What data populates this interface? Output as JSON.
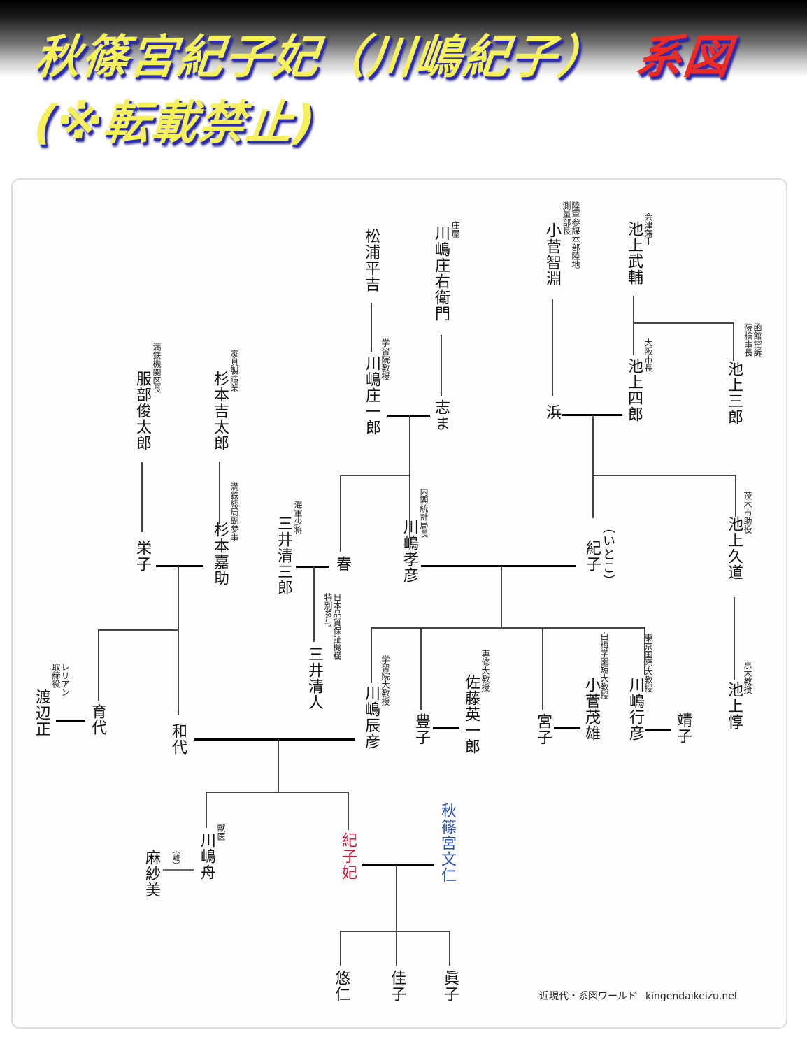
{
  "header": {
    "title_main": "秋篠宮紀子妃（川嶋紀子）",
    "title_accent": "系図",
    "subtitle": "(※転載禁止)",
    "colors": {
      "title": "#f6f15a",
      "accent": "#ee2a25",
      "shadow": "#2b2bb8"
    }
  },
  "people": {
    "matsuura_heikichi": {
      "name": "松浦平吉",
      "title": ""
    },
    "kawashima_shoemon": {
      "name": "川嶋庄右衛門",
      "title": "庄屋"
    },
    "kosuge_tomofuchi": {
      "name": "小菅智淵",
      "title": "陸軍参謀本部陸地測量部長"
    },
    "ikegami_takesuke": {
      "name": "池上武輔",
      "title": "会津藩士"
    },
    "kawashima_shoichiro": {
      "name": "川嶋庄一郎",
      "title": "学習院教授"
    },
    "shima": {
      "name": "志ま",
      "title": ""
    },
    "hama": {
      "name": "浜",
      "title": ""
    },
    "ikegami_shiro": {
      "name": "池上四郎",
      "title": "大阪市長"
    },
    "ikegami_saburo": {
      "name": "池上三郎",
      "title": "函館控訴院検事長"
    },
    "hattori_shuntaro": {
      "name": "服部俊太郎",
      "title": "満鉄機関区長"
    },
    "sugimoto_kichitaro": {
      "name": "杉本吉太郎",
      "title": "家具製造業"
    },
    "sugimoto_kasuke": {
      "name": "杉本嘉助",
      "title": "満鉄総局副参事"
    },
    "eiko": {
      "name": "栄子",
      "title": ""
    },
    "mitsui_seizaburo": {
      "name": "三井清三郎",
      "title": "海軍少将"
    },
    "haru": {
      "name": "春",
      "title": ""
    },
    "kawashima_takahiko": {
      "name": "川嶋孝彦",
      "title": "内閣統計局長"
    },
    "noriko_cousin": {
      "name": "紀子",
      "title": "（いとこ）"
    },
    "ikegami_hisamichi": {
      "name": "池上久道",
      "title": "茨木市助役"
    },
    "mitsui_kiyoto": {
      "name": "三井清人",
      "title": "日本品質保証機構特別参与"
    },
    "watanabe_tadashi": {
      "name": "渡辺正",
      "title": "レリアン取締役"
    },
    "ikuyo": {
      "name": "育代",
      "title": ""
    },
    "kazuyo": {
      "name": "和代",
      "title": ""
    },
    "kawashima_tatsuhiko": {
      "name": "川嶋辰彦",
      "title": "学習院大教授"
    },
    "toyoko": {
      "name": "豊子",
      "title": ""
    },
    "sato_eiichiro": {
      "name": "佐藤英一郎",
      "title": "専修大教授"
    },
    "miyako": {
      "name": "宮子",
      "title": ""
    },
    "kosuge_shigeo": {
      "name": "小菅茂雄",
      "title": "白梅学園短大教授"
    },
    "kawashima_yukihiko": {
      "name": "川嶋行彦",
      "title": "東京国際大教授"
    },
    "seiko": {
      "name": "靖子",
      "title": ""
    },
    "ikegami_atsushi": {
      "name": "池上惇",
      "title": "京大教授"
    },
    "kawashima_shu": {
      "name": "川嶋舟",
      "title": "獣医"
    },
    "asami": {
      "name": "麻紗美",
      "title": ""
    },
    "divorce_note": "（離）",
    "princess_kiko": {
      "name": "紀子妃",
      "title": "",
      "color": "#c0203a"
    },
    "prince_akishino": {
      "name": "秋篠宮文仁",
      "title": "",
      "color": "#2a4da8"
    },
    "hisahito": {
      "name": "悠仁",
      "title": ""
    },
    "kako": {
      "name": "佳子",
      "title": ""
    },
    "mako": {
      "name": "眞子",
      "title": ""
    }
  },
  "footer": {
    "credit": "近現代・系図ワールド",
    "url": "kingendaikeizu.net"
  }
}
